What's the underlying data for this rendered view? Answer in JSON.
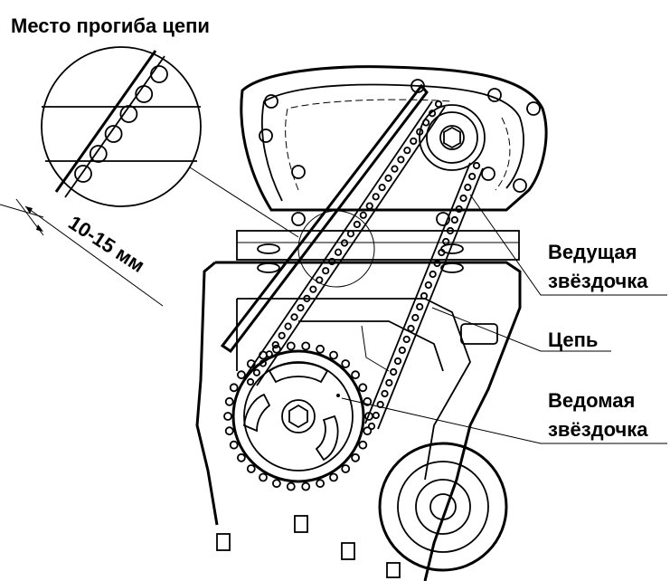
{
  "title": "Место прогиба цепи",
  "dimension": "10-15 мм",
  "labels": {
    "drive_sprocket_line1": "Ведущая",
    "drive_sprocket_line2": "звёздочка",
    "chain": "Цепь",
    "driven_sprocket_line1": "Ведомая",
    "driven_sprocket_line2": "звёздочка"
  },
  "colors": {
    "ink": "#000000",
    "background": "#ffffff"
  }
}
